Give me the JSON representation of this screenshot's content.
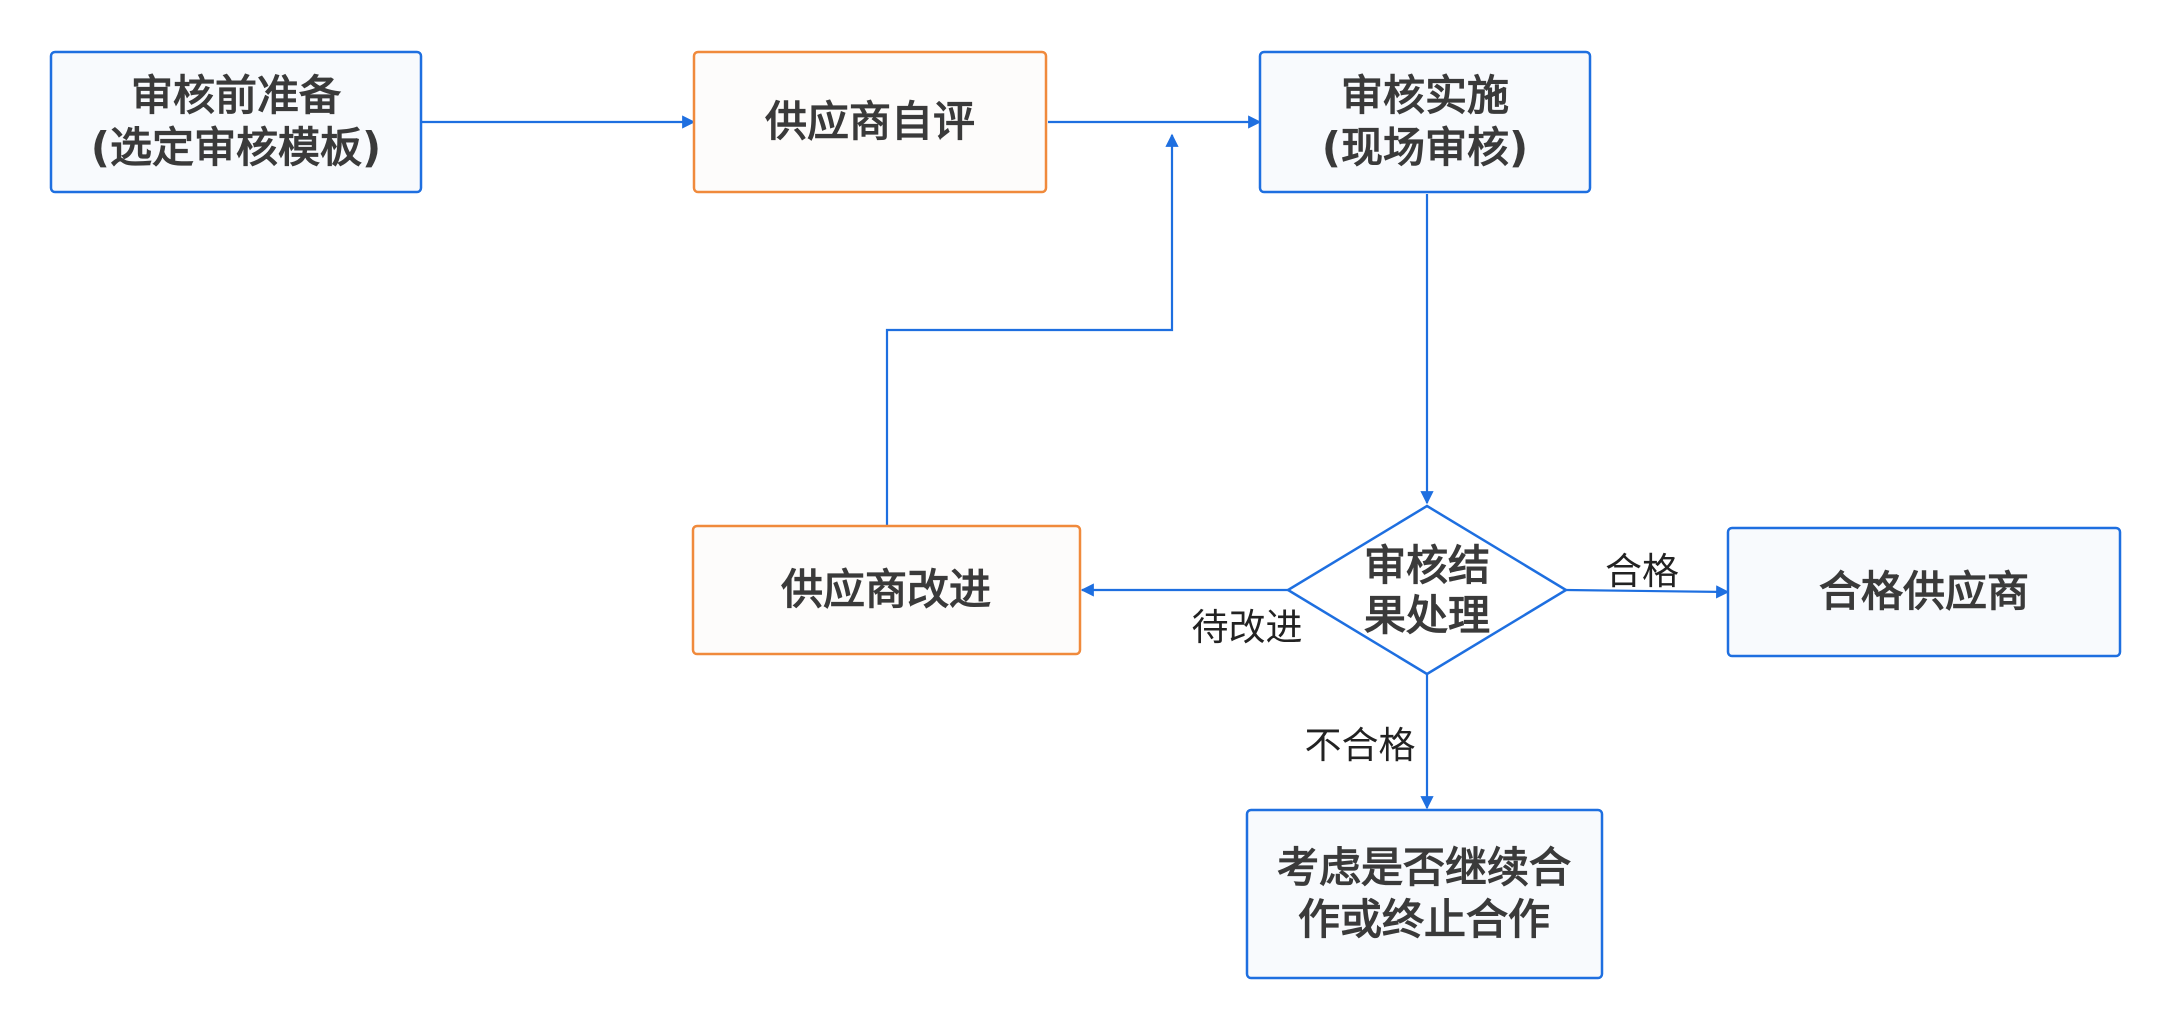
{
  "colors": {
    "blue": "#1E6FE0",
    "orange": "#F08A3C",
    "box_fill": "#F8FAFD",
    "orange_fill": "#FDFCFB",
    "text": "#3A3A3A"
  },
  "nodes": {
    "prep": {
      "line1": "审核前准备",
      "line2": "(选定审核模板)"
    },
    "self_eval": {
      "label": "供应商自评"
    },
    "implement": {
      "line1": "审核实施",
      "line2": "(现场审核)"
    },
    "improve": {
      "label": "供应商改进"
    },
    "decision": {
      "line1": "审核结",
      "line2": "果处理"
    },
    "qualified": {
      "label": "合格供应商"
    },
    "consider": {
      "line1": "考虑是否继续合",
      "line2": "作或终止合作"
    }
  },
  "edge_labels": {
    "pass": "合格",
    "pending": "待改进",
    "fail": "不合格"
  }
}
